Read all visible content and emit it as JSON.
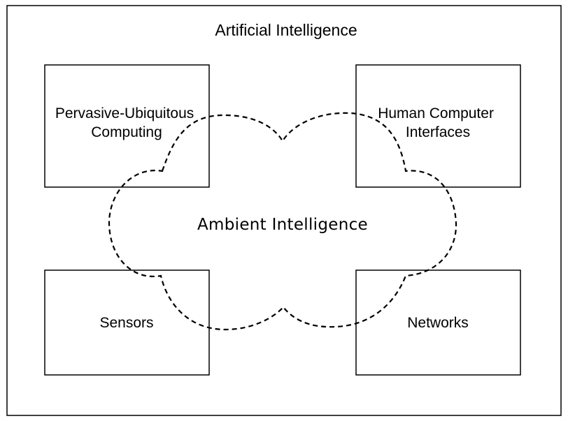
{
  "outer": {
    "title": "Artificial Intelligence"
  },
  "boxes": [
    {
      "id": "pervasive",
      "lines": [
        "Pervasive-Ubiquitous",
        "Computing"
      ]
    },
    {
      "id": "hci",
      "lines": [
        "Human Computer",
        "Interfaces"
      ]
    },
    {
      "id": "sensors",
      "lines": [
        "Sensors"
      ]
    },
    {
      "id": "networks",
      "lines": [
        "Networks"
      ]
    }
  ],
  "cloud": {
    "label": "Ambient Intelligence"
  }
}
